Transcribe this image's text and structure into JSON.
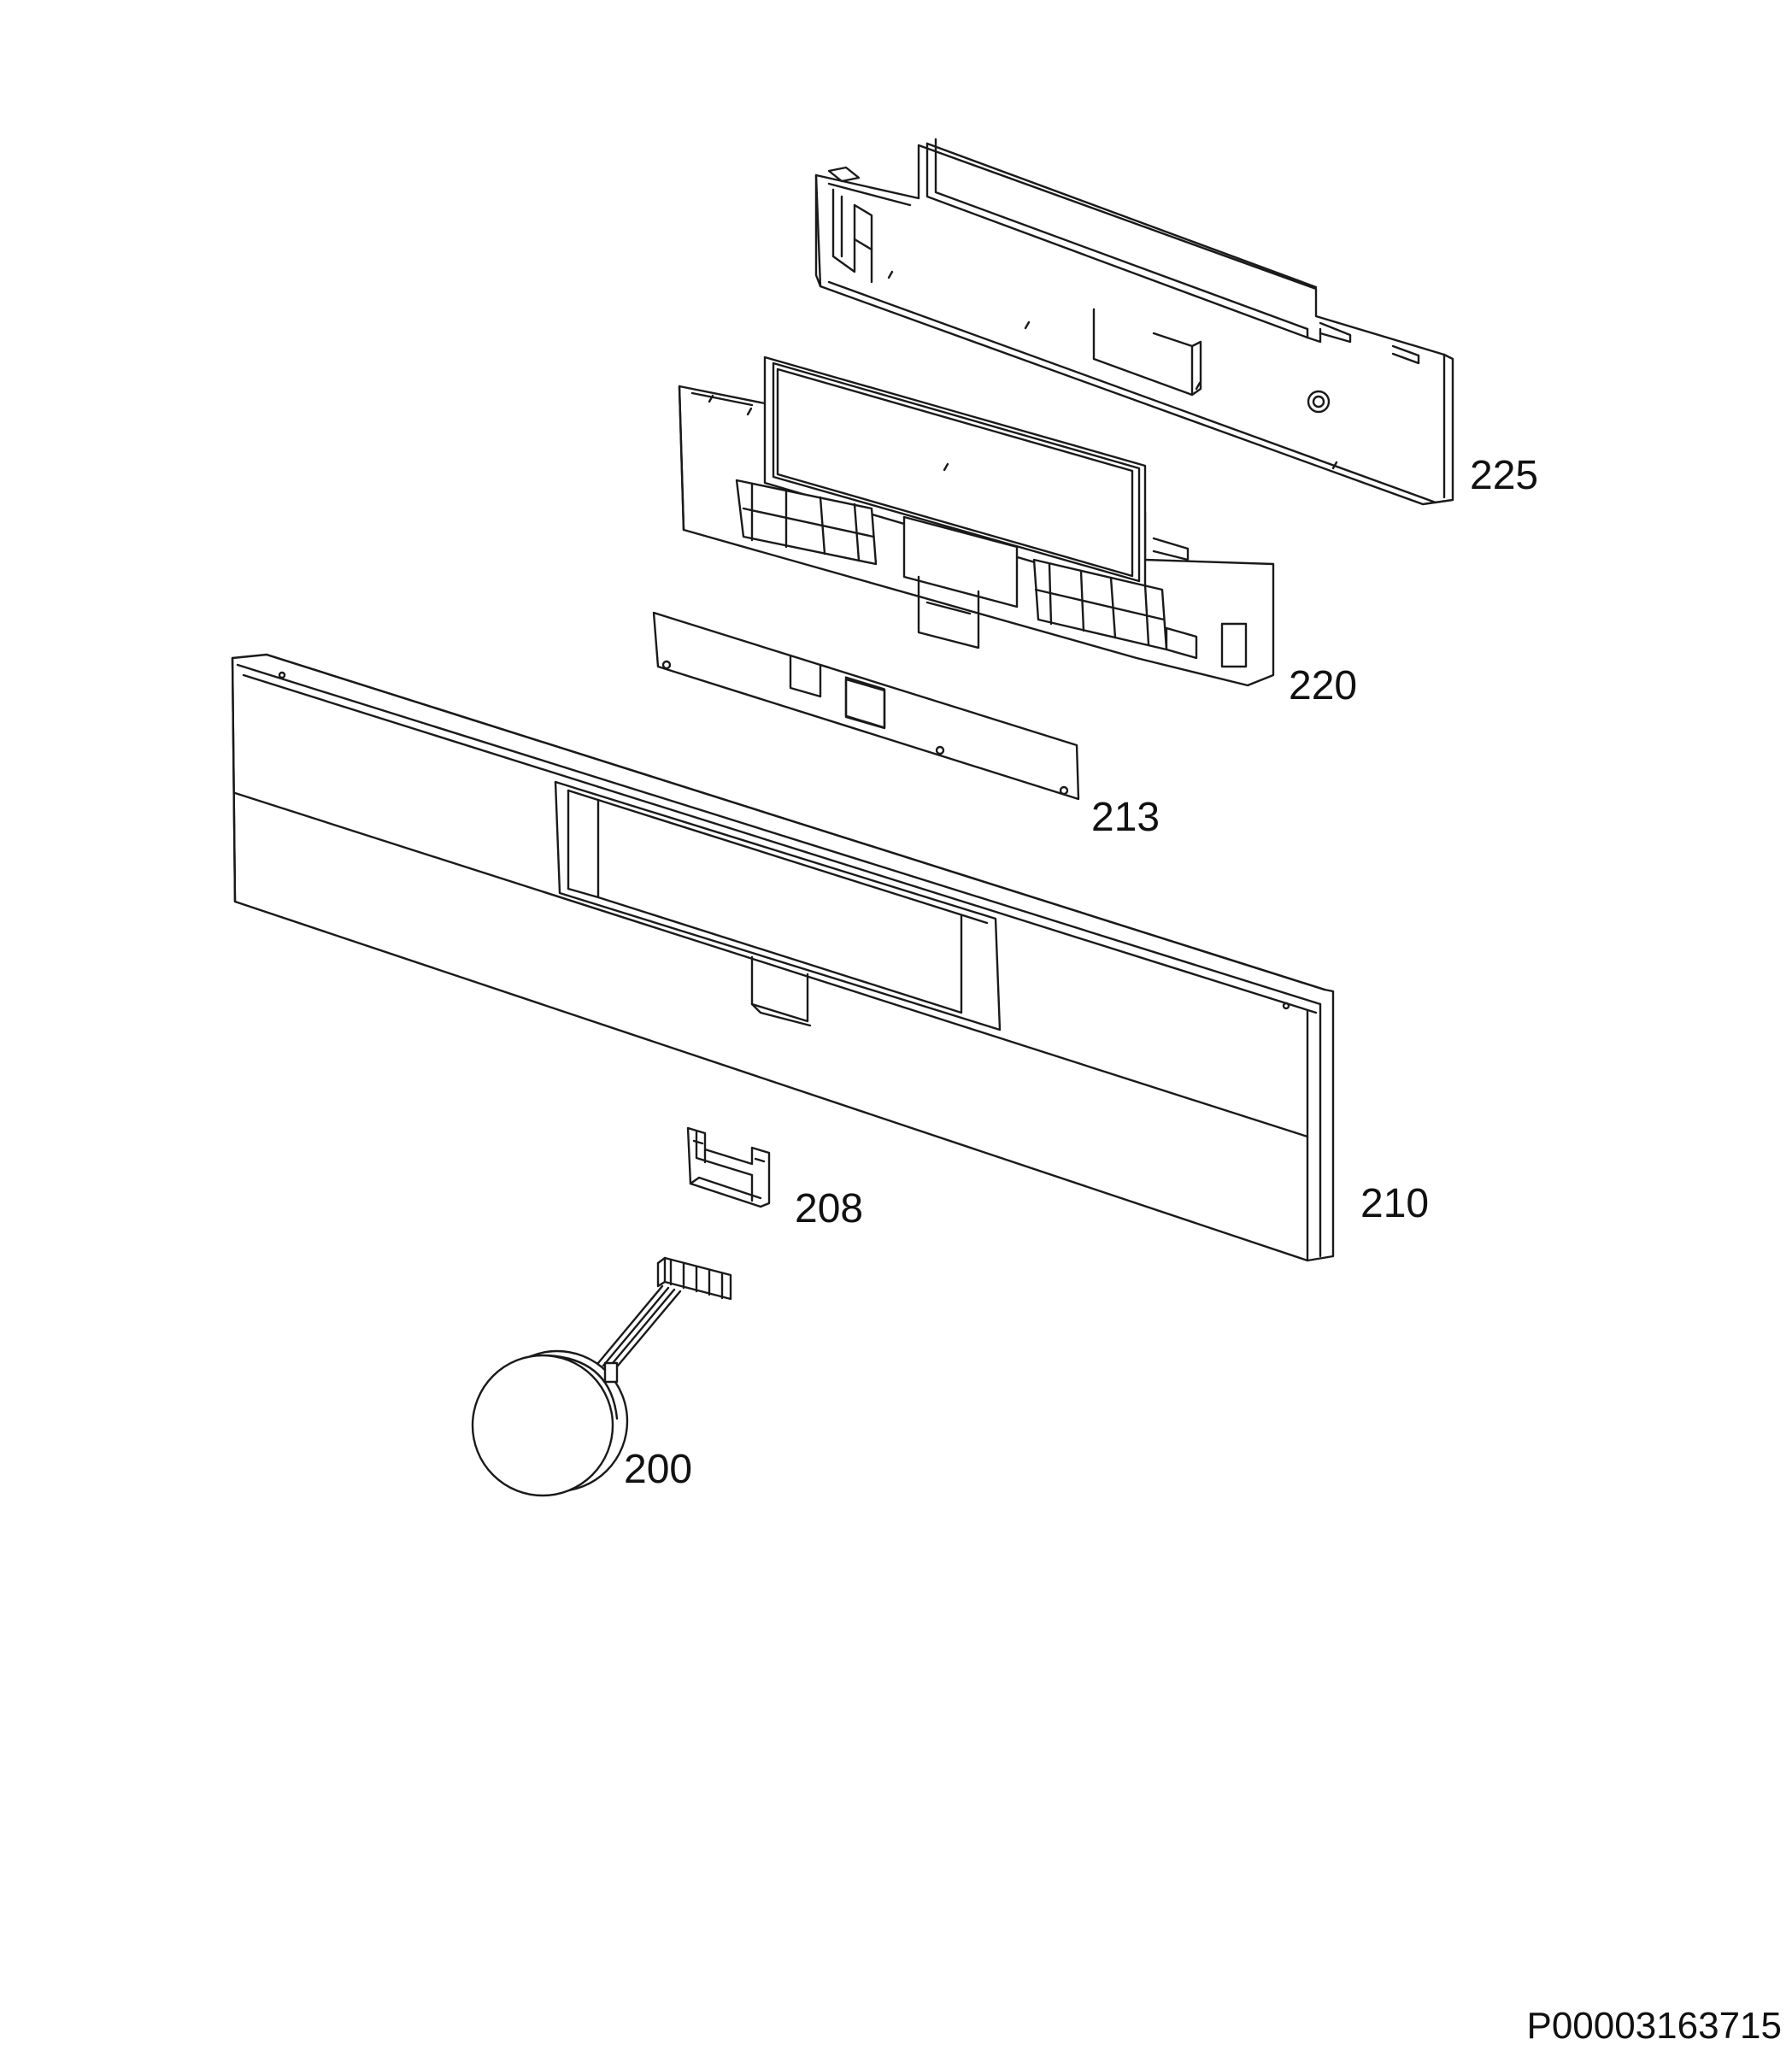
{
  "parts": [
    {
      "id": "225",
      "label": "225"
    },
    {
      "id": "220",
      "label": "220"
    },
    {
      "id": "213",
      "label": "213"
    },
    {
      "id": "210",
      "label": "210"
    },
    {
      "id": "208",
      "label": "208"
    },
    {
      "id": "200",
      "label": "200"
    }
  ],
  "document_id": "P00003163715",
  "colors": {
    "line": "#1a1a1a",
    "background": "#ffffff"
  }
}
